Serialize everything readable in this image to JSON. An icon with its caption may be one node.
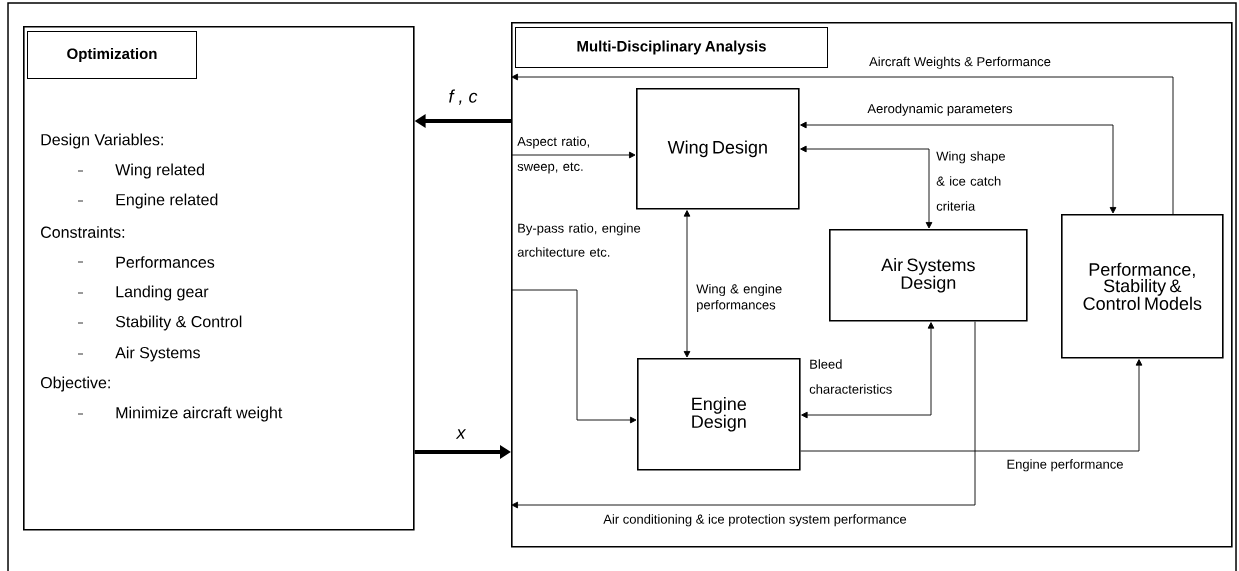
{
  "diagram": {
    "nodes": [
      {
        "text": [
          "Design Variables:",
          "Wing related",
          "Engine related",
          "Constraints:",
          "Performances",
          "Landing gear",
          "Stability & Control",
          "Air Systems",
          "Objective:",
          "Minimize aircraft weight"
        ]
      },
      {
        "text": [
          "Optimization"
        ],
        "in": 0
      },
      {
        "text": [],
        "shape": "box"
      },
      {
        "text": [
          "Multi-Disciplinary Analysis"
        ],
        "in": 2
      },
      {
        "text": [
          "Wing Design"
        ],
        "in": 2
      },
      {
        "text": [
          "Air Systems Design"
        ],
        "in": 2
      },
      {
        "text": [
          "Performance, Stability & Control Models"
        ],
        "in": 2
      },
      {
        "text": [
          "Engine Design"
        ],
        "in": 2
      }
    ],
    "edges": [
      {
        "from": 2,
        "to": 0,
        "arrow": "to",
        "label": "f , c",
        "style": "thick"
      },
      {
        "from": 0,
        "to": 2,
        "arrow": "to",
        "label": "x",
        "style": "thick"
      },
      {
        "from": 2,
        "to": 4,
        "arrow": "to",
        "label": "Aspect ratio, sweep, etc."
      },
      {
        "from": 2,
        "to": 7,
        "arrow": "to",
        "label": "By-pass ratio, engine architecture etc."
      },
      {
        "from": 4,
        "to": 7,
        "arrow": "both",
        "label": "Wing & engine performances"
      },
      {
        "from": 4,
        "to": 6,
        "arrow": "both",
        "label": "Aerodynamic parameters"
      },
      {
        "from": 4,
        "to": 5,
        "arrow": "both",
        "label": "Wing shape & ice catch criteria"
      },
      {
        "from": 7,
        "to": 5,
        "arrow": "both",
        "label": "Bleed characteristics"
      },
      {
        "from": 7,
        "to": 6,
        "arrow": "to",
        "label": "Engine performance"
      },
      {
        "from": 6,
        "to": 2,
        "arrow": "to",
        "label": "Aircraft Weights & Performance"
      },
      {
        "from": 5,
        "to": 2,
        "arrow": "to",
        "label": "Air conditioning & ice protection system performance"
      }
    ]
  }
}
